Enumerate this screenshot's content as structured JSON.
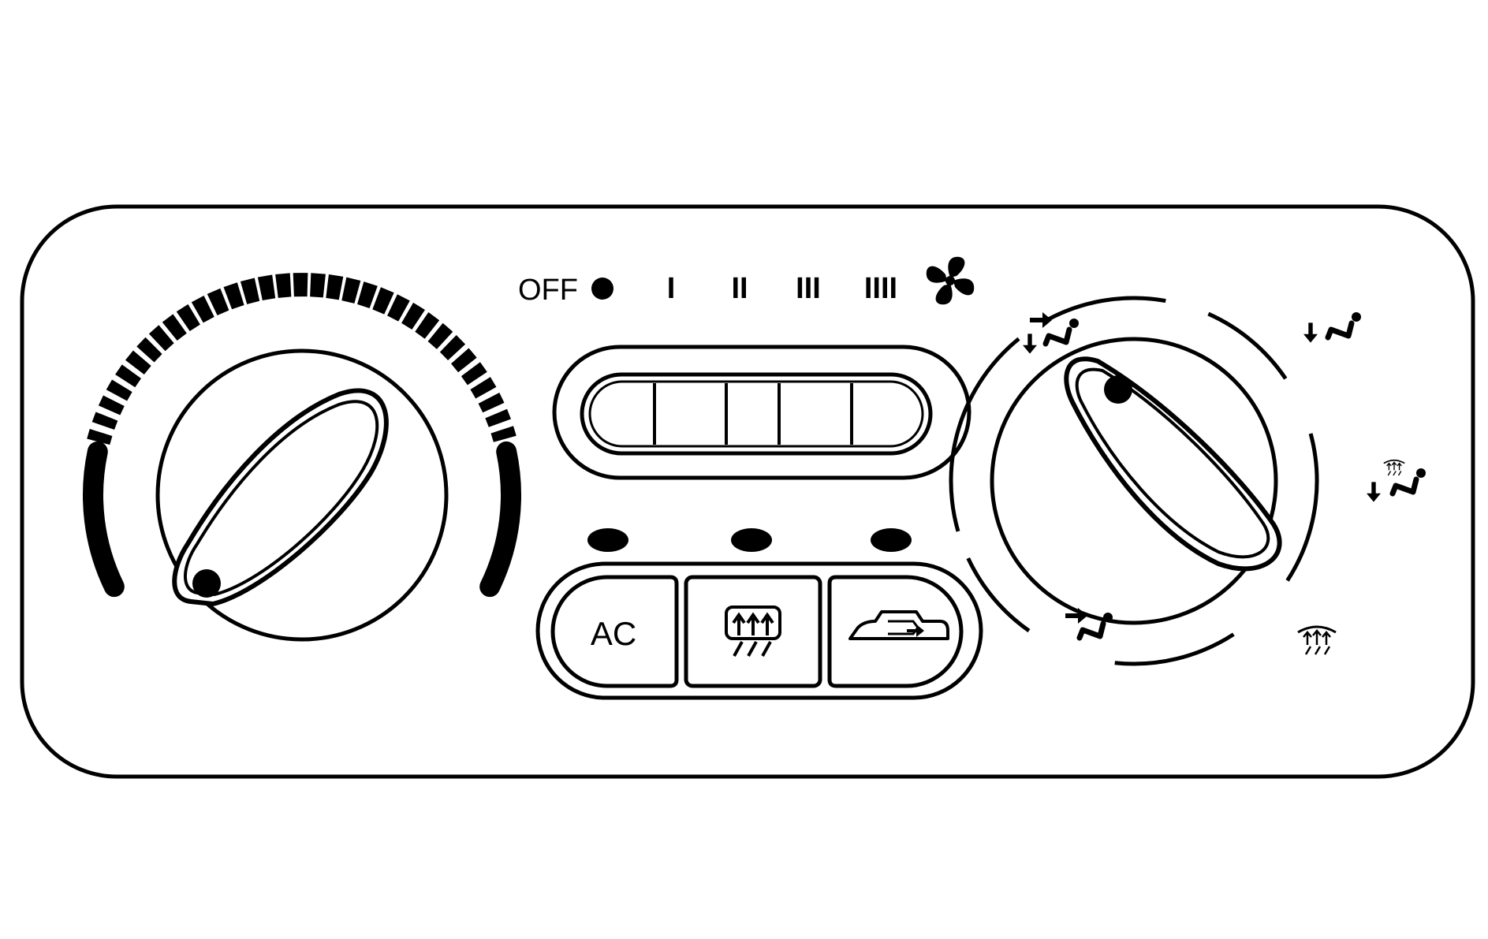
{
  "colors": {
    "ink": "#000000",
    "panel": "#ffffff"
  },
  "fan": {
    "labels": [
      "OFF",
      "I",
      "II",
      "III",
      "IIII"
    ],
    "speed_count": 4,
    "off_icon": "filled-dot-icon",
    "icon": "fan-icon"
  },
  "buttons": {
    "ac_label": "AC",
    "rear_defrost_icon": "rear-defrost-icon",
    "recirculation_icon": "recirculation-icon"
  },
  "mode_knob": {
    "positions": [
      "vent-icon",
      "bi-level-icon",
      "floor-icon",
      "defog-icon",
      "defrost-icon"
    ]
  },
  "temp_knob": {
    "scale_icon": "temperature-scale-icon"
  }
}
